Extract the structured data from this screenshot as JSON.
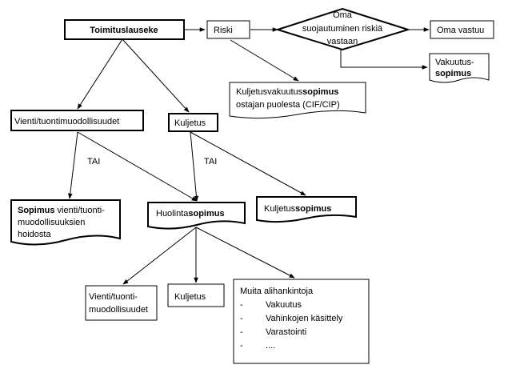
{
  "nodes": {
    "toimituslauseke": "Toimituslauseke",
    "riski": "Riski",
    "oma_suojautuminen": [
      "Oma",
      "suojautuminen riskiä",
      "vastaan"
    ],
    "oma_vastuu": "Oma vastuu",
    "vakuutussopimus": [
      "Vakuutus-",
      "sopimus"
    ],
    "kuljetusvakuutus": {
      "line1_prefix": "Kuljetusvakuutus",
      "line1_bold": "sopimus",
      "line2": "ostajan puolesta (CIF/CIP)"
    },
    "vienti_tuonti_1": "Vienti/tuontimuodollisuudet",
    "kuljetus_1": "Kuljetus",
    "sopimus_vienti": {
      "bold": "Sopimus",
      "line1_rest": " vienti/tuonti-",
      "line2": "muodollisuuksien",
      "line3": "hoidosta"
    },
    "huolintasopimus": {
      "prefix": "Huolinta",
      "bold": "sopimus"
    },
    "kuljetussopimus": {
      "prefix": "Kuljetus",
      "bold": "sopimus"
    },
    "vienti_tuonti_2": [
      "Vienti/tuonti-",
      "muodollisuudet"
    ],
    "kuljetus_2": "Kuljetus",
    "muita": {
      "title": "Muita alihankintoja",
      "items": [
        "Vakuutus",
        "Vahinkojen käsittely",
        "Varastointi",
        "...."
      ],
      "bullet": "-"
    }
  },
  "edge_labels": {
    "tai_left": "TAI",
    "tai_right": "TAI"
  }
}
